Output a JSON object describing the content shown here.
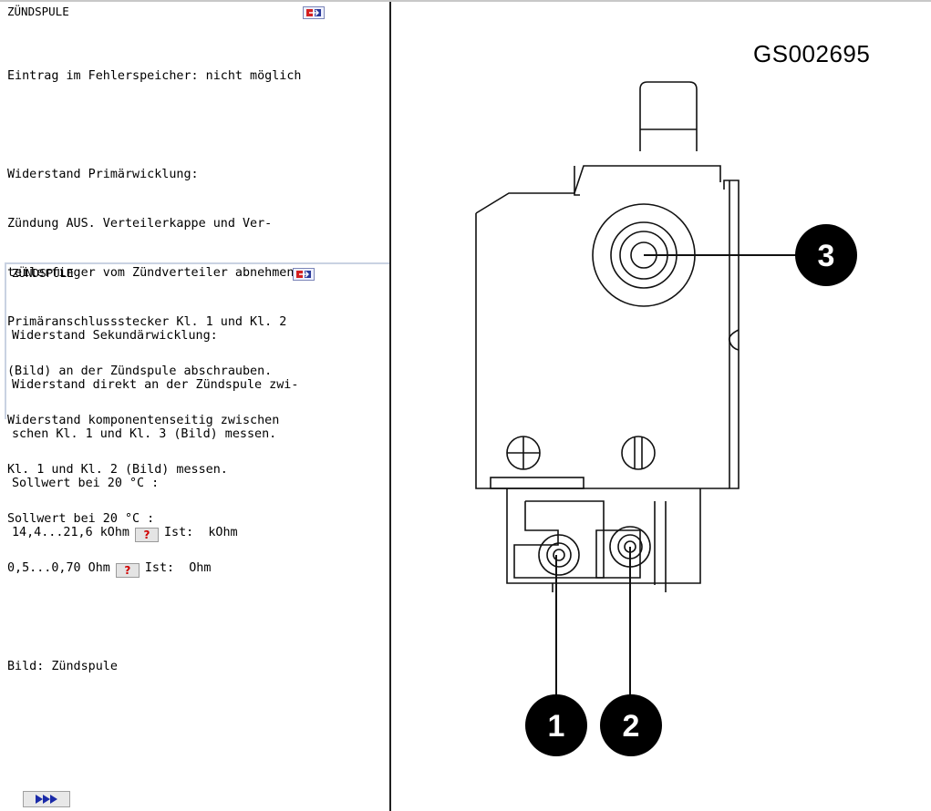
{
  "panel1": {
    "title": "ZÜNDSPULE",
    "lines": [
      "Eintrag im Fehlerspeicher: nicht möglich",
      "",
      "Widerstand Primärwicklung:",
      "Zündung AUS. Verteilerkappe und Ver-",
      "teilerfinger vom Zündverteiler abnehmen.",
      "Primäranschlussstecker Kl. 1 und Kl. 2",
      "(Bild) an der Zündspule abschrauben.",
      "Widerstand komponentenseitig zwischen",
      "Kl. 1 und Kl. 2 (Bild) messen.",
      "Sollwert bei 20 °C :"
    ],
    "value_line": {
      "range": "0,5...0,70 Ohm",
      "ist_label": "Ist:",
      "unit": "Ohm"
    },
    "image_line": "Bild: Zündspule"
  },
  "panel2": {
    "title": "ZÜNDSPULE",
    "lines": [
      "Widerstand Sekundärwicklung:",
      "Widerstand direkt an der Zündspule zwi-",
      "schen Kl. 1 und Kl. 3 (Bild) messen.",
      "Sollwert bei 20 °C :"
    ],
    "value_line": {
      "range": "14,4...21,6 kOhm",
      "ist_label": "Ist:",
      "unit": "kOhm"
    }
  },
  "help_button": {
    "glyph": "?"
  },
  "next_button": {
    "icon": "triple-arrow-right-icon"
  },
  "figure": {
    "id": "GS002695",
    "callouts": [
      "1",
      "2",
      "3"
    ]
  },
  "colors": {
    "help": "#d00000",
    "icon_red": "#d42020",
    "icon_blue": "#2a3a9a",
    "divider": "#202020"
  }
}
